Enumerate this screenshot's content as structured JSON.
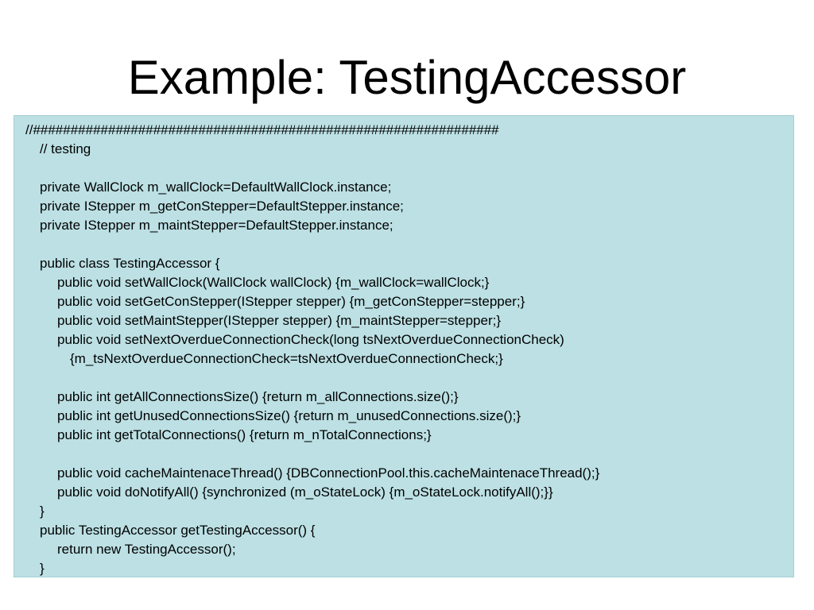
{
  "slide": {
    "title": "Example: TestingAccessor",
    "code_lines": [
      "//##############################################################",
      "// testing",
      "",
      "private WallClock m_wallClock=DefaultWallClock.instance;",
      "private IStepper m_getConStepper=DefaultStepper.instance;",
      "private IStepper m_maintStepper=DefaultStepper.instance;",
      "",
      "public class TestingAccessor {",
      "public void setWallClock(WallClock wallClock) {m_wallClock=wallClock;}",
      "public void setGetConStepper(IStepper stepper) {m_getConStepper=stepper;}",
      "public void setMaintStepper(IStepper stepper) {m_maintStepper=stepper;}",
      "public void setNextOverdueConnectionCheck(long tsNextOverdueConnectionCheck)",
      "{m_tsNextOverdueConnectionCheck=tsNextOverdueConnectionCheck;}",
      "",
      "public int getAllConnectionsSize() {return m_allConnections.size();}",
      "public int getUnusedConnectionsSize() {return m_unusedConnections.size();}",
      "public int getTotalConnections() {return m_nTotalConnections;}",
      "",
      "public void cacheMaintenaceThread() {DBConnectionPool.this.cacheMaintenaceThread();}",
      "public void doNotifyAll() {synchronized (m_oStateLock) {m_oStateLock.notifyAll();}}",
      "}",
      "public TestingAccessor getTestingAccessor() {",
      "return new TestingAccessor();",
      "}"
    ]
  }
}
